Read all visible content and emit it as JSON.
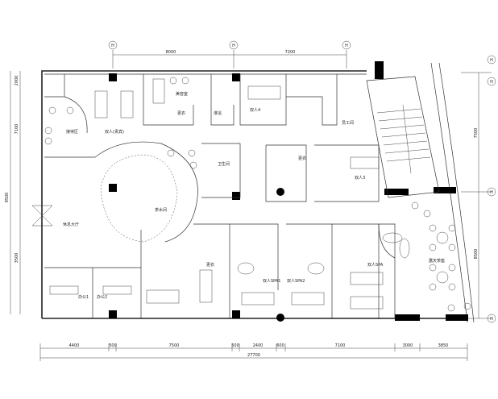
{
  "axes": {
    "top": [
      "H",
      "H",
      "H"
    ],
    "right": [
      "H",
      "H",
      "H",
      "H"
    ]
  },
  "dimensions": {
    "top": [
      "8000",
      "7200"
    ],
    "bottom": [
      "4400",
      "500",
      "7500",
      "500",
      "2400",
      "600",
      "7100",
      "3000",
      "3850"
    ],
    "bottom_total": "27700",
    "left": [
      "2000",
      "7100",
      "9500",
      "3500"
    ],
    "right": [
      "7500",
      "8500"
    ]
  },
  "rooms": [
    "双人(贵宾)",
    "接待区",
    "美容室",
    "卫生间",
    "更衣",
    "淋浴",
    "茶水间",
    "休息大厅",
    "办公1",
    "办公2",
    "更衣",
    "双人SPA1",
    "双人SPA2",
    "双人SPA",
    "露天茶座",
    "员工间",
    "更衣",
    "双人4",
    "双人3"
  ]
}
